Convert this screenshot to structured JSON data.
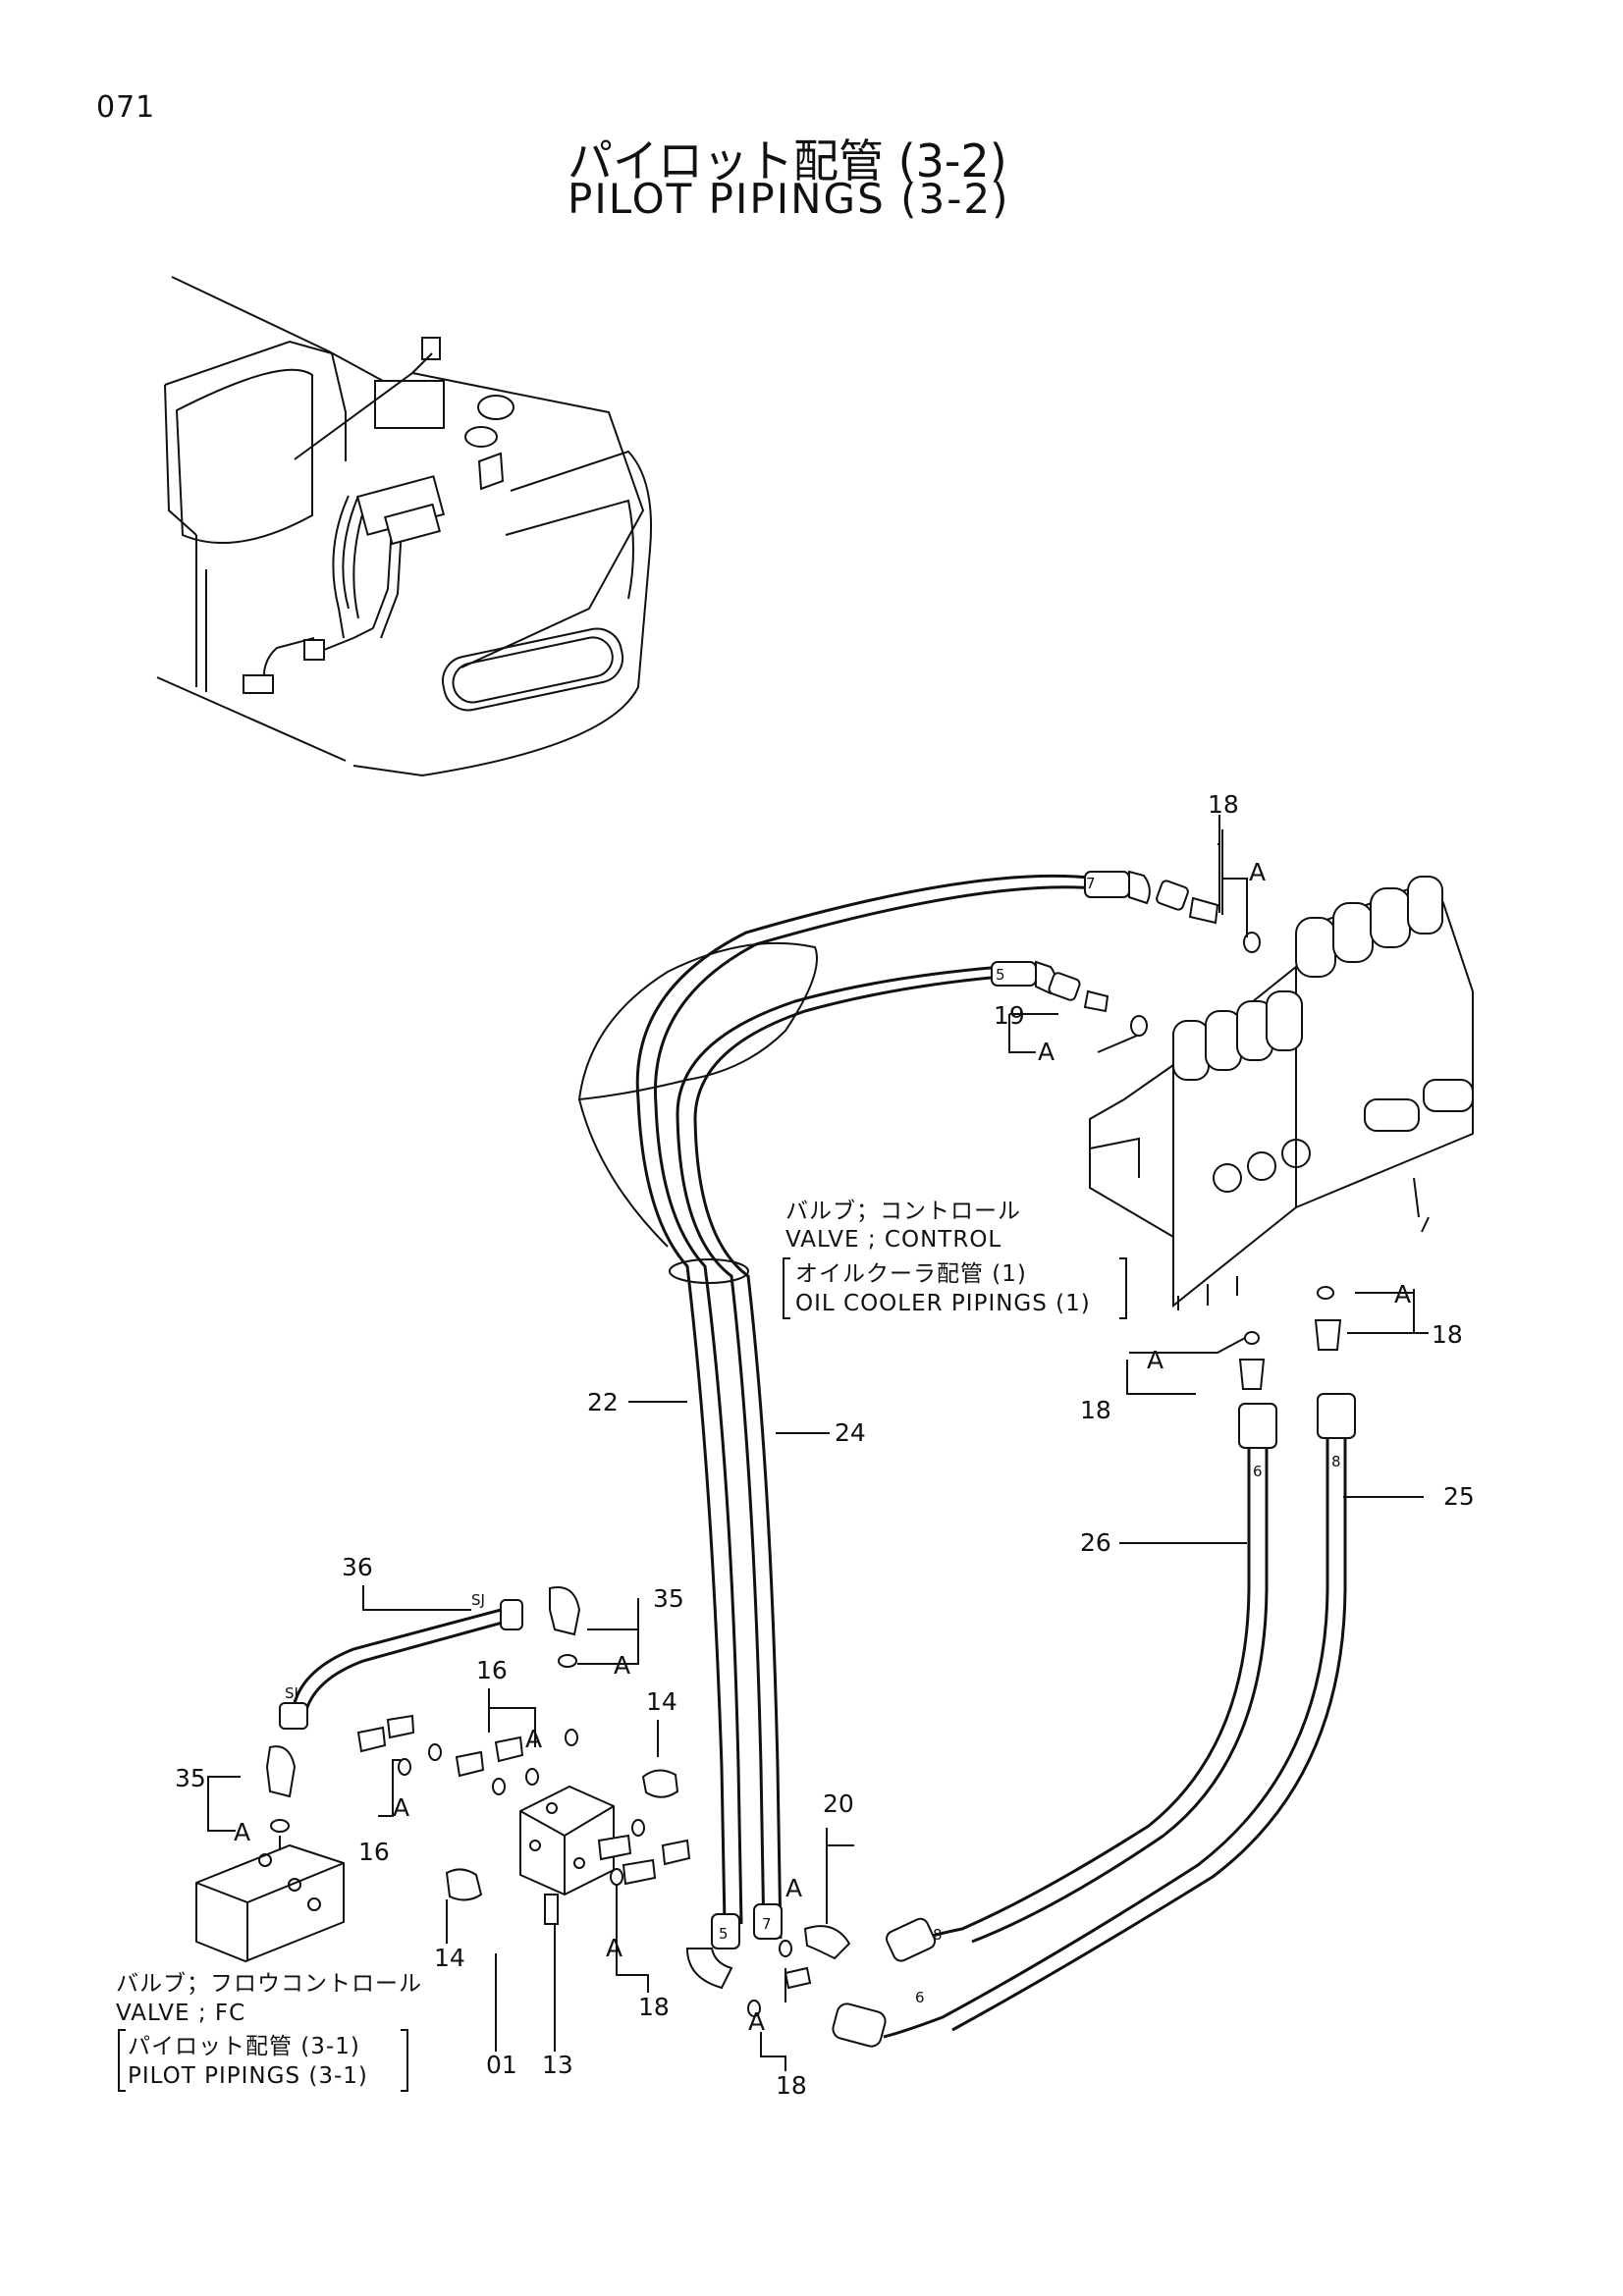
{
  "page": {
    "number": "071",
    "title_jp": "パイロット配管 (3-2)",
    "title_en": "PILOT PIPINGS (3-2)"
  },
  "annotations": {
    "control_valve": {
      "jp": "バルブ；コントロール",
      "en": "VALVE ; CONTROL",
      "ref_jp": "オイルクーラ配管 (1)",
      "ref_en": "OIL COOLER PIPINGS (1)"
    },
    "fc_valve": {
      "jp": "バルブ；フロウコントロール",
      "en": "VALVE ; FC",
      "ref_jp": "パイロット配管 (3-1)",
      "ref_en": "PILOT PIPINGS (3-1)"
    }
  },
  "part_numbers": {
    "p01": "01",
    "p13": "13",
    "p14a": "14",
    "p14b": "14",
    "p16a": "16",
    "p16b": "16",
    "p18a": "18",
    "p18b": "18",
    "p18c": "18",
    "p18d": "18",
    "p18e": "18",
    "p19": "19",
    "p20": "20",
    "p22": "22",
    "p24": "24",
    "p25": "25",
    "p26": "26",
    "p35a": "35",
    "p35b": "35",
    "p36": "36"
  },
  "detail_marks": {
    "a": "A",
    "sj": "SJ",
    "h5": "5",
    "h6": "6",
    "h7": "7",
    "h8": "8"
  }
}
